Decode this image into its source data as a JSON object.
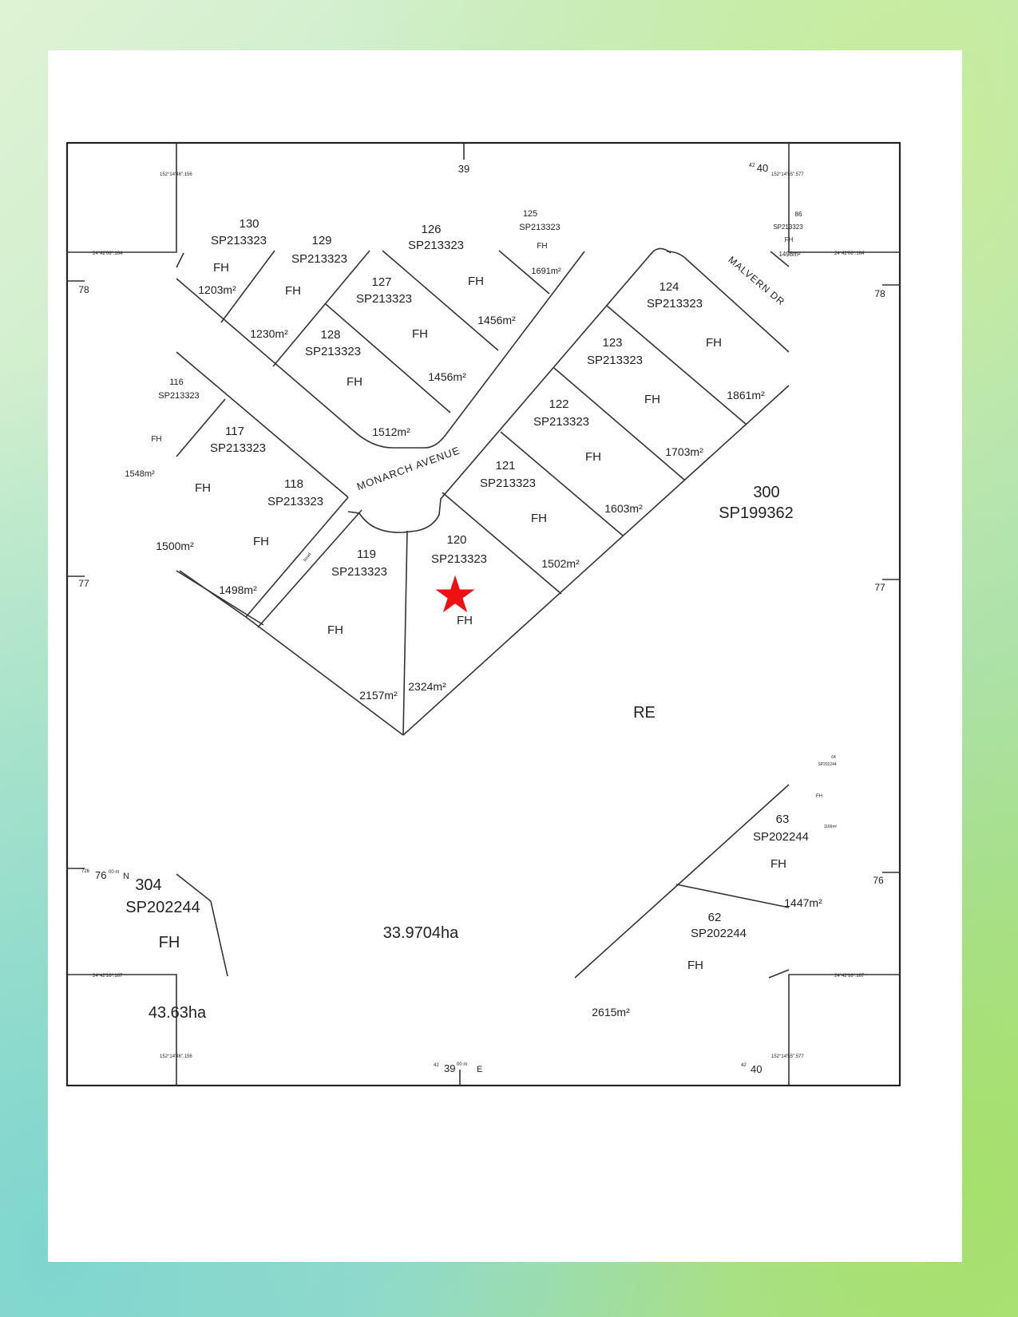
{
  "map": {
    "lots": [
      {
        "id": "lot-130",
        "num": "130",
        "plan": "SP213323",
        "tenure": "FH",
        "area": "1203m²"
      },
      {
        "id": "lot-129",
        "num": "129",
        "plan": "SP213323",
        "tenure": "FH",
        "area": "1230m²"
      },
      {
        "id": "lot-126",
        "num": "126",
        "plan": "SP213323",
        "tenure": "FH",
        "area": "1456m²"
      },
      {
        "id": "lot-125",
        "num": "125",
        "plan": "SP213323",
        "tenure": "FH",
        "area": "1691m²"
      },
      {
        "id": "lot-127",
        "num": "127",
        "plan": "SP213323",
        "tenure": "FH",
        "area": "1456m²"
      },
      {
        "id": "lot-128",
        "num": "128",
        "plan": "SP213323",
        "tenure": "FH",
        "area": "1512m²"
      },
      {
        "id": "lot-124",
        "num": "124",
        "plan": "SP213323",
        "tenure": "FH",
        "area": "1861m²"
      },
      {
        "id": "lot-123",
        "num": "123",
        "plan": "SP213323",
        "tenure": "FH",
        "area": "1703m²"
      },
      {
        "id": "lot-122",
        "num": "122",
        "plan": "SP213323",
        "tenure": "FH",
        "area": "1603m²"
      },
      {
        "id": "lot-121",
        "num": "121",
        "plan": "SP213323",
        "tenure": "FH",
        "area": "1502m²"
      },
      {
        "id": "lot-116",
        "num": "116",
        "plan": "SP213323",
        "tenure": "FH",
        "area": "1548m²"
      },
      {
        "id": "lot-117",
        "num": "117",
        "plan": "SP213323",
        "tenure": "FH",
        "area": "1500m²"
      },
      {
        "id": "lot-118",
        "num": "118",
        "plan": "SP213323",
        "tenure": "FH",
        "area": "1498m²"
      },
      {
        "id": "lot-119",
        "num": "119",
        "plan": "SP213323",
        "tenure": "FH",
        "area": "2157m²"
      },
      {
        "id": "lot-120",
        "num": "120",
        "plan": "SP213323",
        "tenure": "FH",
        "area": "2324m²"
      },
      {
        "id": "lot-86",
        "num": "86",
        "plan": "SP213323",
        "tenure": "FH",
        "area": "1498m²"
      },
      {
        "id": "lot-300",
        "num": "300",
        "plan": "SP199362"
      },
      {
        "id": "lot-304",
        "num": "304",
        "plan": "SP202244",
        "tenure": "FH",
        "area": "43.63ha"
      },
      {
        "id": "lot-63",
        "num": "63",
        "plan": "SP202244",
        "tenure": "FH",
        "area": "1447m²"
      },
      {
        "id": "lot-62",
        "num": "62",
        "plan": "SP202244",
        "tenure": "FH",
        "area": "2615m²"
      },
      {
        "id": "lot-64",
        "num": "64",
        "plan": "SP202244",
        "tenure": "FH",
        "area": "1166m²"
      }
    ],
    "re_label": "RE",
    "re_area": "33.9704ha",
    "roads": {
      "monarch": "MONARCH AVENUE",
      "malvern": "MALVERN DR",
      "easement": "Road"
    },
    "grid": {
      "top_39": "39",
      "top_40": "40",
      "top_40_sup": "42",
      "left_78": "78",
      "right_78": "78",
      "left_77": "77",
      "right_77": "77",
      "left_76": "76",
      "left_76_sup": "00 m",
      "left_76_pre": "726",
      "left_76_n": "N",
      "right_76": "76",
      "bottom_39": "39",
      "bottom_39_sup": "00 m",
      "bottom_39_pre": "42",
      "bottom_e": "E",
      "bottom_40": "40",
      "bottom_40_sup": "42"
    },
    "coords": {
      "tl_lon": "152°14'46\".156",
      "tr_lon": "152°14'55\".577",
      "bl_lon": "152°14'46\".156",
      "br_lon": "152°14'55\".577",
      "tl_lat": "24°42'06\".164",
      "tr_lat": "24°42'06\".164",
      "bl_lat": "24°42'16\".167",
      "br_lat": "24°42'16\".167"
    },
    "marker": {
      "symbol": "★",
      "color": "#ee1111"
    }
  }
}
